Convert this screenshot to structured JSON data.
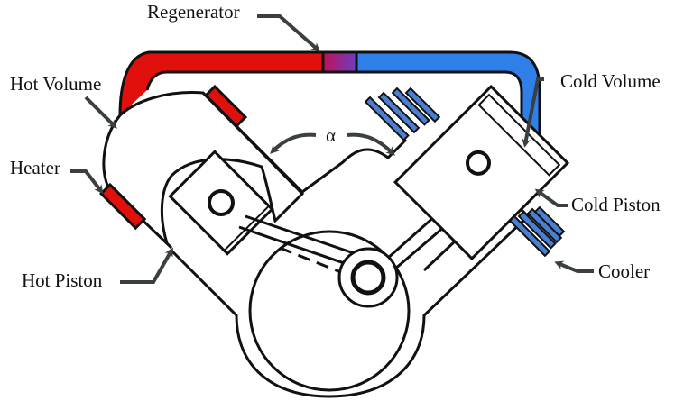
{
  "diagram": {
    "title": "Alpha-type Stirling engine",
    "labels": {
      "regenerator": "Regenerator",
      "hot_volume": "Hot Volume",
      "heater": "Heater",
      "hot_piston": "Hot Piston",
      "cold_volume": "Cold Volume",
      "cold_piston": "Cold Piston",
      "cooler": "Cooler",
      "alpha": "α"
    },
    "colors": {
      "hot": "#e0100c",
      "cold": "#2f7fe8",
      "regenerator": "#9a2a8a",
      "outline": "#111111",
      "arrow": "#3a3f42",
      "cooler_fin": "#4b7fd1"
    }
  }
}
